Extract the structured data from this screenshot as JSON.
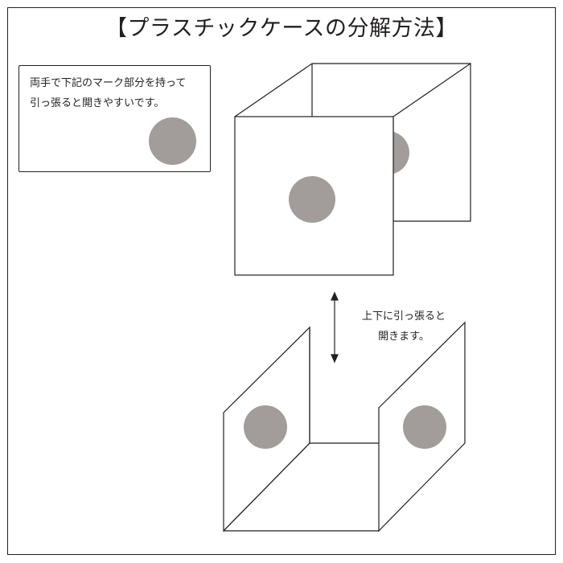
{
  "title": "【プラスチックケースの分解方法】",
  "note": {
    "line1": "両手で下記のマーク部分を持って",
    "line2": "引っ張ると開きやすいです。"
  },
  "caption": {
    "line1": "上下に引っ張ると",
    "line2": "開きます。"
  },
  "colors": {
    "line": "#231f20",
    "grip_mark": "#a29d9a",
    "background": "#ffffff"
  },
  "icons": [
    "grip-mark",
    "double-headed-arrow"
  ]
}
